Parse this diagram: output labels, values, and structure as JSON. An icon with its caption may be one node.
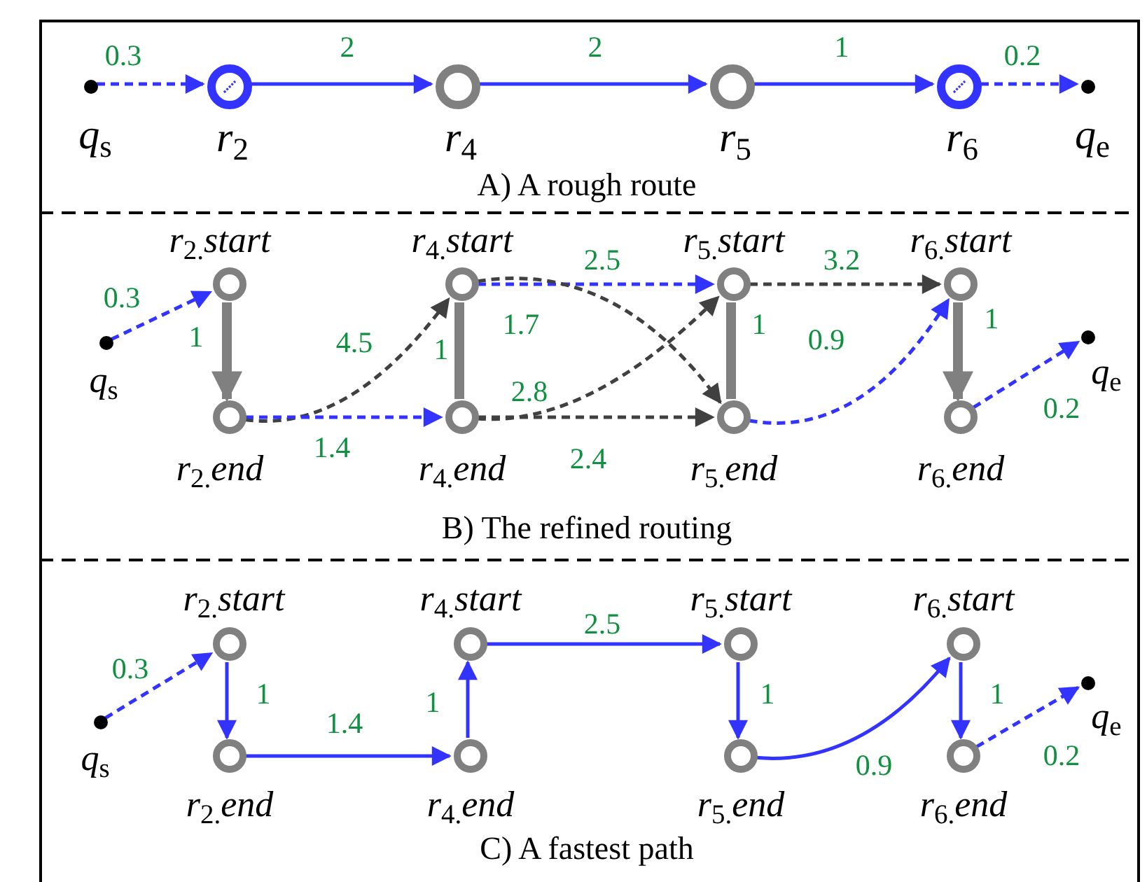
{
  "diagram": {
    "nodes": [
      {
        "text": [
          "A) A rough route"
        ]
      },
      {
        "text": [],
        "shape": "circle",
        "beside": [
          "*q*$_{s}$"
        ],
        "in": 0
      },
      {
        "text": [],
        "shape": "circle",
        "beside": [
          "*r*$_{2}$"
        ],
        "in": 0
      },
      {
        "text": [],
        "shape": "circle",
        "beside": [
          "*r*$_{4}$"
        ],
        "in": 0
      },
      {
        "text": [],
        "shape": "circle",
        "beside": [
          "*r*$_{5}$"
        ],
        "in": 0
      },
      {
        "text": [],
        "shape": "circle",
        "beside": [
          "*r*$_{6}$"
        ],
        "in": 0
      },
      {
        "text": [],
        "shape": "circle",
        "beside": [
          "*q*$_{e}$"
        ],
        "in": 0
      },
      {
        "text": [
          "B) The refined routing"
        ]
      },
      {
        "text": [],
        "shape": "circle",
        "beside": [
          "*q*$_{s}$"
        ],
        "in": 7
      },
      {
        "text": [],
        "shape": "circle",
        "beside": [
          "*r*$_{2.}$*start*"
        ],
        "in": 7
      },
      {
        "text": [],
        "shape": "circle",
        "beside": [
          "*r*$_{2.}$*end*"
        ],
        "in": 7
      },
      {
        "text": [],
        "shape": "circle",
        "beside": [
          "*r*$_{4.}$*start*"
        ],
        "in": 7
      },
      {
        "text": [],
        "shape": "circle",
        "beside": [
          "*r*$_{4.}$*end*"
        ],
        "in": 7
      },
      {
        "text": [],
        "shape": "circle",
        "beside": [
          "*r*$_{5.}$*start*"
        ],
        "in": 7
      },
      {
        "text": [],
        "shape": "circle",
        "beside": [
          "*r*$_{5.}$*end*"
        ],
        "in": 7
      },
      {
        "text": [],
        "shape": "circle",
        "beside": [
          "*r*$_{6.}$*start*"
        ],
        "in": 7
      },
      {
        "text": [],
        "shape": "circle",
        "beside": [
          "*r*$_{6.}$*end*"
        ],
        "in": 7
      },
      {
        "text": [],
        "shape": "circle",
        "beside": [
          "*q*$_{e}$"
        ],
        "in": 7
      },
      {
        "text": [
          "C) A fastest path"
        ]
      },
      {
        "text": [],
        "shape": "circle",
        "beside": [
          "*q*$_{s}$"
        ],
        "in": 18
      },
      {
        "text": [],
        "shape": "circle",
        "beside": [
          "*r*$_{2.}$*start*"
        ],
        "in": 18
      },
      {
        "text": [],
        "shape": "circle",
        "beside": [
          "*r*$_{2.}$*end*"
        ],
        "in": 18
      },
      {
        "text": [],
        "shape": "circle",
        "beside": [
          "*r*$_{4.}$*start*"
        ],
        "in": 18
      },
      {
        "text": [],
        "shape": "circle",
        "beside": [
          "*r*$_{4.}$*end*"
        ],
        "in": 18
      },
      {
        "text": [],
        "shape": "circle",
        "beside": [
          "*r*$_{5.}$*start*"
        ],
        "in": 18
      },
      {
        "text": [],
        "shape": "circle",
        "beside": [
          "*r*$_{5.}$*end*"
        ],
        "in": 18
      },
      {
        "text": [],
        "shape": "circle",
        "beside": [
          "*r*$_{6.}$*start*"
        ],
        "in": 18
      },
      {
        "text": [],
        "shape": "circle",
        "beside": [
          "*r*$_{6.}$*end*"
        ],
        "in": 18
      },
      {
        "text": [],
        "shape": "circle",
        "beside": [
          "*q*$_{e}$"
        ],
        "in": 18
      }
    ],
    "edges": [
      {
        "from": 1,
        "to": 2,
        "arrow": "to",
        "label": "0.3",
        "style": "dashed"
      },
      {
        "from": 2,
        "to": 3,
        "arrow": "to",
        "label": "2"
      },
      {
        "from": 3,
        "to": 4,
        "arrow": "to",
        "label": "2"
      },
      {
        "from": 4,
        "to": 5,
        "arrow": "to",
        "label": "1"
      },
      {
        "from": 5,
        "to": 6,
        "arrow": "to",
        "label": "0.2",
        "style": "dashed"
      },
      {
        "from": 8,
        "to": 9,
        "arrow": "to",
        "label": "0.3",
        "style": "dashed"
      },
      {
        "from": 9,
        "to": 10,
        "arrow": "to",
        "label": "1",
        "style": "thick",
        "color": "#808080"
      },
      {
        "from": 10,
        "to": 11,
        "arrow": "to",
        "label": "4.5",
        "style": "dashed",
        "color": "#404040"
      },
      {
        "from": 10,
        "to": 12,
        "arrow": "to",
        "label": "1.4",
        "style": "dashed"
      },
      {
        "from": 11,
        "to": 12,
        "arrow": "none",
        "label": "1",
        "style": "thick",
        "color": "#808080"
      },
      {
        "from": 11,
        "to": 13,
        "arrow": "to",
        "label": "2.5",
        "style": "dashed"
      },
      {
        "from": 11,
        "to": 14,
        "arrow": "to",
        "label": "1.7",
        "style": "dashed",
        "color": "#404040"
      },
      {
        "from": 12,
        "to": 13,
        "arrow": "to",
        "label": "2.8",
        "style": "dashed",
        "color": "#404040"
      },
      {
        "from": 12,
        "to": 14,
        "arrow": "to",
        "label": "2.4",
        "style": "dashed",
        "color": "#404040"
      },
      {
        "from": 13,
        "to": 14,
        "arrow": "none",
        "label": "1",
        "style": "thick",
        "color": "#808080"
      },
      {
        "from": 13,
        "to": 15,
        "arrow": "to",
        "label": "3.2",
        "style": "dashed",
        "color": "#404040"
      },
      {
        "from": 14,
        "to": 15,
        "arrow": "to",
        "label": "0.9",
        "style": "dashed"
      },
      {
        "from": 15,
        "to": 16,
        "arrow": "to",
        "label": "1",
        "style": "thick",
        "color": "#808080"
      },
      {
        "from": 16,
        "to": 17,
        "arrow": "to",
        "label": "0.2",
        "style": "dashed"
      },
      {
        "from": 19,
        "to": 20,
        "arrow": "to",
        "label": "0.3",
        "style": "dashed"
      },
      {
        "from": 20,
        "to": 21,
        "arrow": "to",
        "label": "1"
      },
      {
        "from": 21,
        "to": 23,
        "arrow": "to",
        "label": "1.4"
      },
      {
        "from": 23,
        "to": 22,
        "arrow": "to",
        "label": "1"
      },
      {
        "from": 22,
        "to": 24,
        "arrow": "to",
        "label": "2.5"
      },
      {
        "from": 24,
        "to": 25,
        "arrow": "to",
        "label": "1"
      },
      {
        "from": 25,
        "to": 26,
        "arrow": "to",
        "label": "0.9"
      },
      {
        "from": 26,
        "to": 27,
        "arrow": "to",
        "label": "1"
      },
      {
        "from": 27,
        "to": 28,
        "arrow": "to",
        "label": "0.2",
        "style": "dashed"
      }
    ]
  }
}
